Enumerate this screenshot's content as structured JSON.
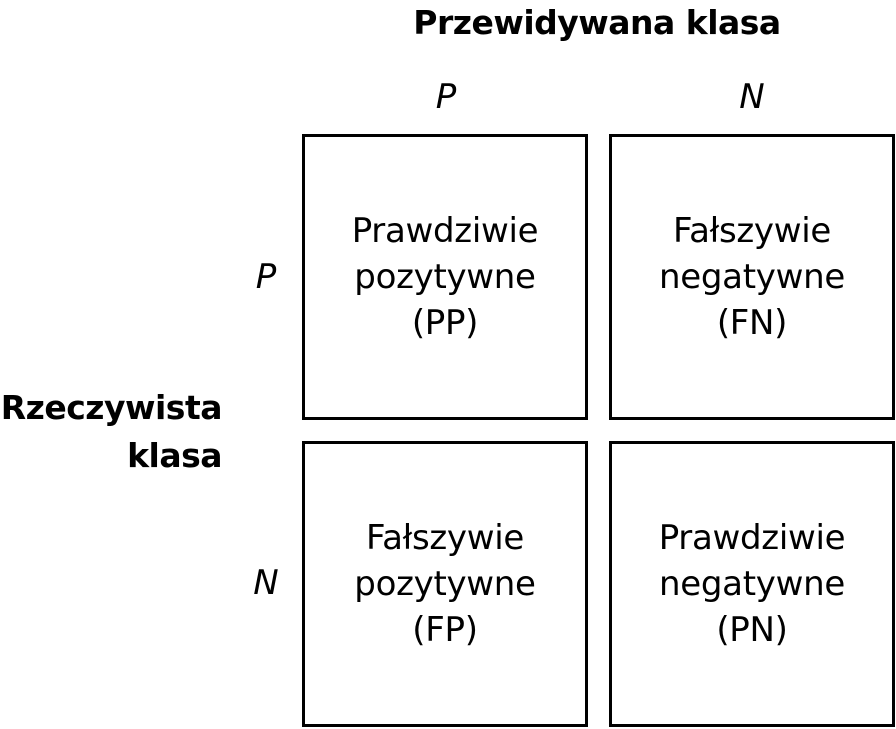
{
  "header": {
    "predicted_title": "Przewidywana klasa"
  },
  "side": {
    "actual_title_line1": "Rzeczywista",
    "actual_title_line2": "klasa"
  },
  "columns": [
    {
      "label": "P"
    },
    {
      "label": "N"
    }
  ],
  "rows": [
    {
      "label": "P"
    },
    {
      "label": "N"
    }
  ],
  "cells": {
    "tp": {
      "line1": "Prawdziwie",
      "line2": "pozytywne",
      "abbr": "(PP)"
    },
    "fn": {
      "line1": "Fałszywie",
      "line2": "negatywne",
      "abbr": "(FN)"
    },
    "fp": {
      "line1": "Fałszywie",
      "line2": "pozytywne",
      "abbr": "(FP)"
    },
    "tn": {
      "line1": "Prawdziwie",
      "line2": "negatywne",
      "abbr": "(PN)"
    }
  }
}
